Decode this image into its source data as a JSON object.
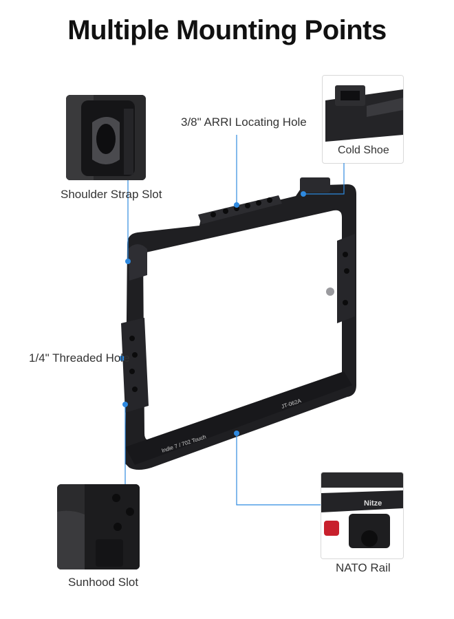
{
  "title": "Multiple Mounting Points",
  "callouts": {
    "arri_hole": "3/8\" ARRI Locating Hole",
    "cold_shoe": "Cold Shoe",
    "shoulder_strap": "Shoulder Strap Slot",
    "threaded_hole": "1/4\" Threaded Hole",
    "sunhood_slot": "Sunhood Slot",
    "nato_rail": "NATO Rail"
  },
  "product_marks": {
    "model_left": "Indie 7 / 702 Touch",
    "model_right": "JT-062A",
    "brand": "Nitze"
  },
  "colors": {
    "accent": "#2f8ae0",
    "frame": "#1f1f22",
    "knob": "#c8202c"
  }
}
